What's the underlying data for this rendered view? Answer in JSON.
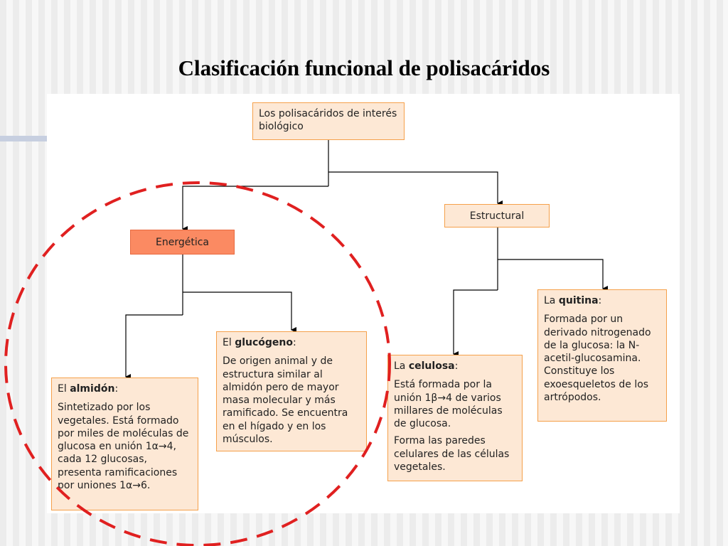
{
  "slide": {
    "title": "Clasificación funcional de polisacáridos"
  },
  "diagram": {
    "root": "Los polisacáridos de interés biológico",
    "energetica": "Energética",
    "estructural": "Estructural",
    "almidon": {
      "prefix": "El ",
      "term": "almidón",
      "suffix": ":",
      "text": "Sintetizado por los vegetales. Está formado por miles de moléculas de glucosa en unión 1α→4, cada 12 glucosas, presenta ramificaciones por uniones 1α→6."
    },
    "glucogeno": {
      "prefix": "El ",
      "term": "glucógeno",
      "suffix": ":",
      "text": "De origen animal y de estructura similar al almidón pero de mayor masa molecular y más ramificado. Se encuentra en el hígado y en los músculos."
    },
    "celulosa": {
      "prefix": "La ",
      "term": "celulosa",
      "suffix": ":",
      "text": "Está formada por la unión  1β→4 de varios millares de moléculas de glucosa.",
      "text2": "Forma las paredes celulares de las células vegetales."
    },
    "quitina": {
      "prefix": "La ",
      "term": "quitina",
      "suffix": ":",
      "text": "Formada por un derivado nitrogenado de la glucosa: la N-acetil-glucosamina. Constituye los exoesqueletos de los artrópodos."
    }
  },
  "colors": {
    "box_fill": "#fde8d5",
    "box_border": "#f5a04a",
    "highlight_fill": "#fb8a62",
    "circle": "#e02020"
  }
}
